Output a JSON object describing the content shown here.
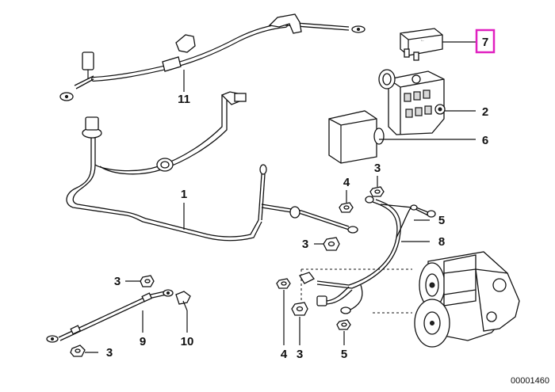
{
  "diagram": {
    "reference_number": "00001460",
    "callouts": [
      {
        "id": "c7",
        "text": "7",
        "highlighted": true
      },
      {
        "id": "c2",
        "text": "2"
      },
      {
        "id": "c6",
        "text": "6"
      },
      {
        "id": "c11",
        "text": "11"
      },
      {
        "id": "c1",
        "text": "1"
      },
      {
        "id": "c4a",
        "text": "4"
      },
      {
        "id": "c3a",
        "text": "3"
      },
      {
        "id": "c5a",
        "text": "5"
      },
      {
        "id": "c8",
        "text": "8"
      },
      {
        "id": "c3b",
        "text": "3"
      },
      {
        "id": "c3c",
        "text": "3"
      },
      {
        "id": "c9",
        "text": "9"
      },
      {
        "id": "c10",
        "text": "10"
      },
      {
        "id": "c3d",
        "text": "3"
      },
      {
        "id": "c4b",
        "text": "4"
      },
      {
        "id": "c3e",
        "text": "3"
      },
      {
        "id": "c5b",
        "text": "5"
      }
    ],
    "highlight_color": "#e020c0"
  }
}
